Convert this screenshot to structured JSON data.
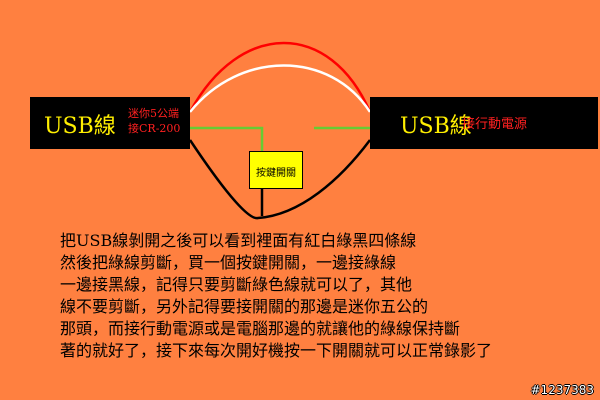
{
  "left_box": {
    "label": "USB線",
    "note_lines": [
      "迷你5公端",
      "接CR-200"
    ]
  },
  "right_box": {
    "label": "USB線",
    "note": "接行動電源"
  },
  "switch": {
    "label": "按鍵開關"
  },
  "wires": {
    "red": "#ff0000",
    "white": "#ffffff",
    "green": "#66cc33",
    "black": "#000000"
  },
  "explanation_lines": [
    "把USB線剝開之後可以看到裡面有紅白綠黑四條線",
    "然後把綠線剪斷，買一個按鍵開關，一邊接綠線",
    "一邊接黑線，記得只要剪斷綠色線就可以了，其他",
    "線不要剪斷，另外記得要接開關的那邊是迷你五公的",
    "那頭，而接行動電源或是電腦那邊的就讓他的綠線保持斷",
    "著的就好了，接下來每次開好機按一下開關就可以正常錄影了"
  ],
  "watermark": "#1237383"
}
